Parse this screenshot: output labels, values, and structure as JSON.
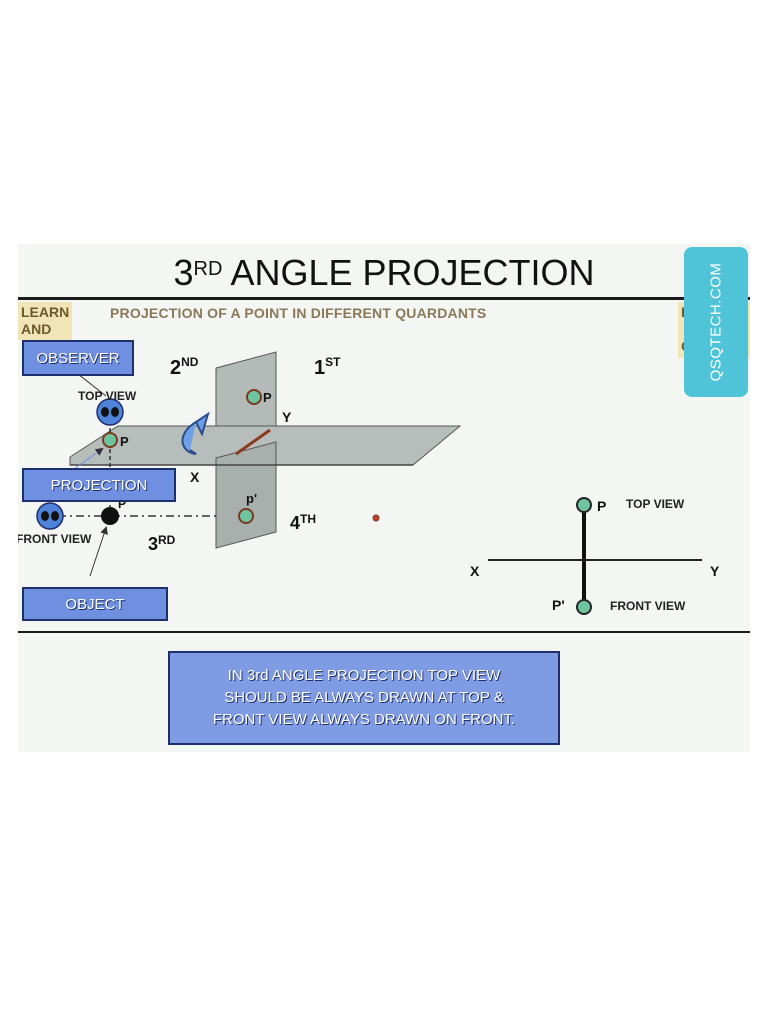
{
  "title": {
    "main": "ANGLE PROJECTION",
    "number": "3",
    "suffix": "RD"
  },
  "subtitle": "PROJECTION OF A POINT IN DIFFERENT QUARDANTS",
  "side_tags": {
    "left": [
      "LEARN",
      "AND"
    ],
    "right": [
      "LE",
      "A",
      "GI"
    ]
  },
  "labels": {
    "observer": "OBSERVER",
    "projection": "PROJECTION",
    "object": "OBJECT"
  },
  "diagram": {
    "top_view": "TOP VIEW",
    "front_view": "FRONT VIEW",
    "quadrants": {
      "q1": {
        "num": "1",
        "suf": "ST"
      },
      "q2": {
        "num": "2",
        "suf": "ND"
      },
      "q3": {
        "num": "3",
        "suf": "RD"
      },
      "q4": {
        "num": "4",
        "suf": "TH"
      }
    },
    "axis_x": "X",
    "axis_y": "Y",
    "point_p": "P",
    "point_p_prime": "p'"
  },
  "ortho": {
    "p_label": "P",
    "p_prime_label": "P'",
    "top_view": "TOP VIEW",
    "front_view": "FRONT VIEW",
    "axis_x": "X",
    "axis_y": "Y"
  },
  "note": [
    "IN 3rd ANGLE PROJECTION  TOP VIEW",
    "SHOULD  BE ALWAYS DRAWN AT TOP &",
    "FRONT VIEW  ALWAYS  DRAWN ON FRONT."
  ],
  "watermark": "QSQTECH.COM",
  "colors": {
    "box_fill": "#6f8fe0",
    "box_border": "#1e2f6e",
    "plane_fill": "#b0b6b3",
    "point_fill": "#6fc4a0",
    "badge": "#4fc3d8"
  }
}
